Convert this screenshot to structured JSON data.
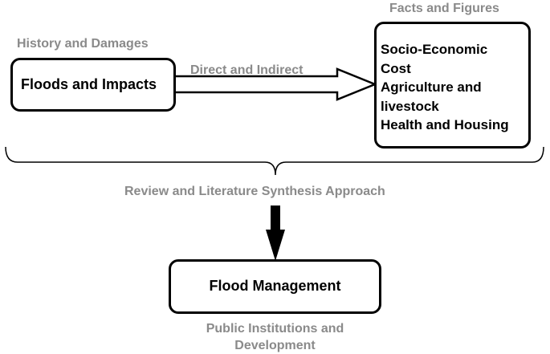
{
  "diagram": {
    "top_left": {
      "label": "History and Damages",
      "box_text": "Floods and Impacts"
    },
    "arrow_label": "Direct and Indirect",
    "top_right": {
      "label": "Facts and Figures",
      "items": [
        "Socio-Economic",
        "Cost",
        "Agriculture and",
        "livestock",
        "Health and Housing"
      ]
    },
    "brace_label": "Review and Literature Synthesis Approach",
    "bottom": {
      "box_text": "Flood Management",
      "caption_lines": [
        "Public Institutions and",
        "Development"
      ]
    }
  }
}
